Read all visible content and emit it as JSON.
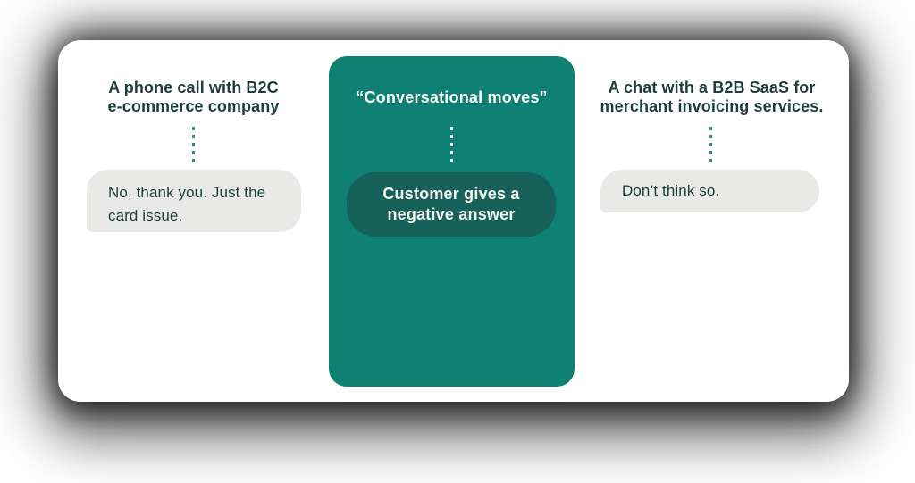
{
  "title": "Conversational moves diagram",
  "colors": {
    "card_bg": "#FFFFFF",
    "teal_card": "#0E8174",
    "dark_pill": "#17615A",
    "heading_text": "#1C3E3C",
    "bubble_bg": "#E9E9E8",
    "bubble_text": "#1C3E3C",
    "connector_teal": "#2E8B82",
    "connector_white": "#FFFFFF",
    "light_text": "#F5F4F0"
  },
  "panels": {
    "left": {
      "heading_lines": [
        "A phone call with B2C",
        "e-commerce company"
      ],
      "bubble_lines": [
        "No, thank you. Just the",
        "card issue."
      ]
    },
    "center": {
      "heading": "“Conversational moves”",
      "pill_lines": [
        "Customer gives a",
        "negative answer"
      ]
    },
    "right": {
      "heading_lines": [
        "A chat with a B2B SaaS for",
        "merchant invoicing services."
      ],
      "bubble_lines": [
        "Don’t think so."
      ]
    }
  }
}
